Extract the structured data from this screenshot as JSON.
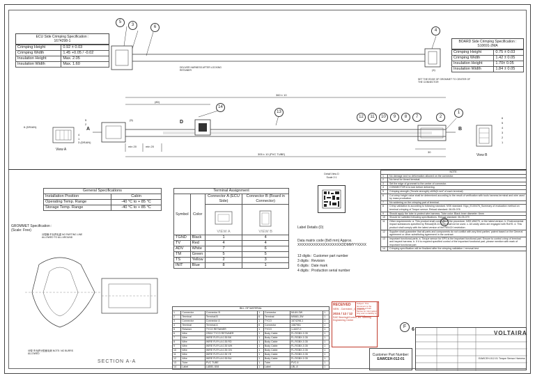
{
  "ecu_spec": {
    "title": "ECU Side Crimping Specification :",
    "part": "1674298-1",
    "rows": [
      {
        "label": "Crimping Height",
        "value": "0.92 ± 0.03"
      },
      {
        "label": "Crimping Width",
        "value": "1.45 +0.05 / -0.02"
      },
      {
        "label": "Insulation Height",
        "value": "Max. 2.05"
      },
      {
        "label": "Insulation Width",
        "value": "Max. 1.60"
      }
    ]
  },
  "board_spec": {
    "title": "BOARD Side Crimping Specification :",
    "part": "S10691-2MA",
    "rows": [
      {
        "label": "Crimping Height",
        "value": "0.75 ± 0.03"
      },
      {
        "label": "Crimping Width",
        "value": "1.42 ± 0.05"
      },
      {
        "label": "Insulation Height",
        "value": "1.70± 0.05"
      },
      {
        "label": "Insulation Width",
        "value": "1.84 ± 0.05"
      }
    ]
  },
  "drawing": {
    "balloons": [
      "5",
      "3",
      "6",
      "4",
      "14",
      "13",
      "12",
      "11",
      "10",
      "9",
      "8",
      "7",
      "2",
      "1"
    ],
    "dim_total": "360 ± 10",
    "dim_80": "(80)",
    "dim_5": "(5)",
    "dim_4": "(4)",
    "dim_min20a": "min 20",
    "dim_min20b": "min 20",
    "dim_pvc": "305 ± 10 (PVC TUBE)",
    "dim_30": "30",
    "label_a": "A",
    "label_b": "B",
    "label_d": "D",
    "view_a": "View A",
    "view_b": "View B",
    "deliver_note": "DELIVER HARNESS AFTER LOCKING RETAINER",
    "grommet_note": "SET THE EDGE OF GROMMET TO CENTER OF THE CONNECTOR",
    "pin_left": [
      "5",
      "2",
      "6 (DRAIN)",
      "4",
      "1",
      "3 (DRAIN)"
    ],
    "pin_right": [
      "6",
      "5",
      "4",
      "3",
      "2",
      "1"
    ]
  },
  "general_spec": {
    "title": "General Specifications",
    "rows": [
      {
        "label": "Installation Position",
        "value": "Cabin"
      },
      {
        "label": "Operating Temp. Range",
        "value": "-40 °C to + 85 °C"
      },
      {
        "label": "Storage Temp. Range",
        "value": "-40 °C to + 85 °C"
      }
    ]
  },
  "grommet": {
    "title": "GROMMET Specification :",
    "scale": "(Scale: Free)",
    "note1": "分型線:不允許毛邊 NO PARTING LINE ALLOWED TO ALL AROUND",
    "note2": "分型:不允許分型面毛刺 NOTE: NO BURRS ALLOWED",
    "section": "SECTION A-A"
  },
  "terminal": {
    "title": "Terminal Assignment",
    "headers": [
      "Symbol",
      "Color",
      "Connector A (ECU Side)",
      "Connector B (Board in Connector)"
    ],
    "view_a": "VIEW A",
    "view_b": "VIEW B",
    "rows": [
      [
        "TGND",
        "Black",
        "1",
        "4"
      ],
      [
        "TV",
        "Red",
        "4",
        "4"
      ],
      [
        "ADV",
        "White",
        "7",
        "6"
      ],
      [
        "TM",
        "Green",
        "5",
        "5"
      ],
      [
        "TS",
        "Yellow",
        "2",
        "3"
      ],
      [
        "INIT",
        "Blue",
        "8",
        "1"
      ]
    ]
  },
  "detail": {
    "title": "Detail View D",
    "scale": "Scale 2:1",
    "label": "Label Details (D)",
    "matrix": "Data matrix code (8x8 mm) Approx.",
    "code": "XXXXXXXXXXXXXXXXXXXDDMMYYXXXX",
    "lines": [
      "13 digits : Customer part number",
      "3 digits : Revision",
      "6 digits : Date mark",
      "4 digits : Production serial number"
    ]
  },
  "notes": {
    "title": "NOTE:",
    "items": [
      "No damage and no deformation allowed on the connector.",
      "No bend for tinned terminal.",
      "Set the edge of grommet to the center of connector.",
      "CONNECTOR A is lock before delivering.",
      "Crimping strength (Tensile strength) ≥60N(6 mm² of each terminal)",
      "Cut crimp height value shall be determined according to the result of verification with tools harness terminal and wire used by mass production.",
      "No soldering on the crimping part of terminal.",
      "Crimp validation is according to following standard. NSK standard: Kigo_E100476_Summary of evaluation method on terminal crimping of Torque sensor. Reload standard: 06-05-078",
      "Should apply the tube to protect wire harness. Tube color: Black Inner diameter: 6mm",
      "Should be satisfied following specifications. Reload standard: 06-05-079",
      "Other requirements: a. This product shall comply with the procedure. NSS-W6270, or the latest version. b. Environmental impact substances specified by Reload(08-10-048) shall not be used. c. All cavity wires are engaged with RoHS. d. This product shall comply with the latest version of the REACH restriction.",
      "Supplier shall guarantee that all parts and components do not conflict with any third parties' patent based on the General agreement or other substituting agreement in the contract.",
      "Important functional parts: a. Torque sensor for EPS is the important functional part. Ensure to control crimp of terminal and inspect harness. b. If it is required specified control of the important functional part, please mention with mark of important functional part.",
      "Crimping specification will be finalized after the crimping validation / removal test."
    ]
  },
  "revision": {
    "rec_label": "RECEIVED",
    "dwg_note": "NEW - Corrected _0_ places",
    "date": "2024 / 12 / 12",
    "dept": "R&E Steering&Control, Inc. Steering Engineering Center",
    "stamp_text": "Subject: This document is the property of both parties for information only and no liability is assumed"
  },
  "title_block": {
    "customer_label": "Customer Part Number:",
    "customer_part": "EAWCEH-012-01",
    "rev_mark": "6",
    "brand": "VOLTAIRA",
    "title": "EAWCEH-012-01 Torque Sensor Harness",
    "num_f": "F"
  },
  "bom": {
    "header": "BILL OF MATERIAL",
    "rows": [
      [
        "1",
        "Connector",
        "Connector B",
        "1",
        "Connector",
        "ML6H-3W",
        "1"
      ],
      [
        "2",
        "Terminal",
        "Terminal B",
        "6",
        "Terminal",
        "M0681-3W",
        "1"
      ],
      [
        "3",
        "Connector",
        "Connector A",
        "1",
        "TYCO",
        "1674298-1",
        "1"
      ],
      [
        "4",
        "Terminal",
        "Terminal A",
        "6",
        "Connector",
        "1587961",
        "1"
      ],
      [
        "5",
        "Retainer",
        "TYCO RETAINER",
        "1",
        "TYCO",
        "1-4437-0",
        "1"
      ],
      [
        "6",
        "Wire",
        "GRAY TYCO RETAINER",
        "1",
        "Body Cable",
        "FL-RGBX-0.35",
        "1"
      ],
      [
        "7",
        "Wire",
        "WIRE FLRY-A 0.35 BK",
        "1",
        "Body Cable",
        "FL-RGBX-0.35",
        "1"
      ],
      [
        "8",
        "Wire",
        "WIRE FLRY-A 0.35 RD",
        "1",
        "Body Cable",
        "FL-RGBX-0.35",
        "1"
      ],
      [
        "9",
        "Wire",
        "WIRE FLRY-A 0.35 WH",
        "1",
        "Body Cable",
        "FL-RGBX-0.35",
        "1"
      ],
      [
        "10",
        "Wire",
        "WIRE FLRY-A 0.35 GN",
        "1",
        "Body Cable",
        "FL-RGBX-0.35",
        "1"
      ],
      [
        "11",
        "Wire",
        "WIRE FLRY-A 0.35 YE",
        "1",
        "Body Cable",
        "FL-RGBX-0.35",
        "1"
      ],
      [
        "12",
        "Wire",
        "WIRE FLRY-A 0.35 BU",
        "1",
        "Body Cable",
        "FL-RGBX-0.35",
        "1"
      ],
      [
        "13",
        "Tube",
        "PVC TUBE",
        "1",
        "Tube",
        "PVC-6",
        "1"
      ],
      [
        "14",
        "Label",
        "LABEL 8X8",
        "1",
        "Label",
        "LBL-8",
        "1"
      ]
    ]
  }
}
